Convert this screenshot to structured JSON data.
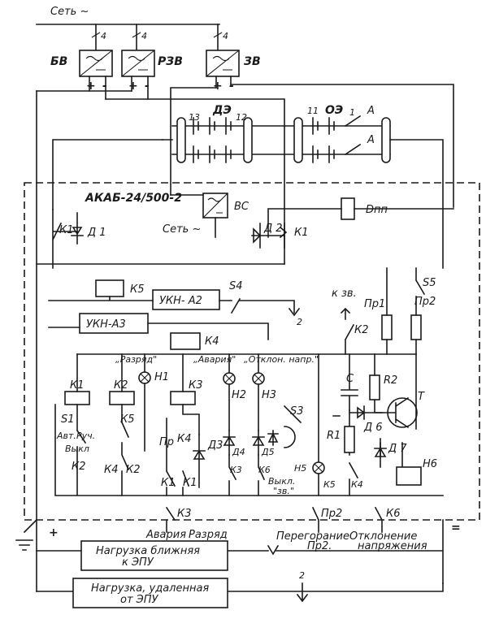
{
  "labels": {
    "mains_top": "Сеть ~",
    "bv": "БВ",
    "rzv": "РЗВ",
    "zv": "ЗВ",
    "cable_count_1": "4",
    "cable_count_2": "4",
    "cable_count_3": "4",
    "plus_1": "+",
    "minus_1": "-",
    "plus_2": "+",
    "minus_2": "-",
    "plus_3": "+",
    "minus_3": "-",
    "de": "ДЭ",
    "oe": "ОЭ",
    "cell_13": "13",
    "cell_12": "12",
    "cell_11": "11",
    "cell_1": "1",
    "a_1": "А",
    "a_2": "А",
    "block_title": "АКАБ-24/500-2",
    "vs": "ВС",
    "mains_vs": "Сеть ~",
    "dpp": "Dпп",
    "k1": "К1",
    "d1": "Д 1",
    "d2": "Д 2",
    "k1_coil_top": "К1",
    "k5_top": "К5",
    "ukn_a2": "УКН- А2",
    "ukn_a3": "УКН-А3",
    "k4_top": "К4",
    "s4": "S4",
    "s5": "S5",
    "k_zv": "к зв.",
    "pr1": "Пр1",
    "pr2": "Пр2",
    "k2_sw": "К2",
    "arrow_2a": "2",
    "razryad_q": "„Разряд\"",
    "avariya_q": "„Авария\"",
    "otklon_q": "„Отклон. напр.\"",
    "k1_coil": "К1",
    "k2_coil": "К2",
    "h1": "Н1",
    "k3_coil": "К3",
    "h2": "Н2",
    "h3": "Н3",
    "c": "С",
    "r2": "R2",
    "t": "Т",
    "s1": "S1",
    "k5_mid": "К5",
    "avt": "Авт.",
    "ruch": "Руч.",
    "vykl": "Выкл",
    "k2_lo": "К2",
    "k4_lo": "К4",
    "k2_lo2": "К2",
    "pr": "Пр",
    "k4_mid": "К4",
    "d3": "Д3",
    "k1_lo": "К1",
    "k1_lo2": "К1",
    "d4": "Д4",
    "d5": "Д5",
    "s3": "S3",
    "r1": "R1",
    "d6": "Д 6",
    "d7": "Д 7",
    "h5": "Н5",
    "h6": "Н6",
    "k3_lo": "К3",
    "k6_lo": "К6",
    "vykl_zv": "Выкл.",
    "zv_short": "\"зв.\"",
    "k5_lo": "К5",
    "k4_lo2": "К4",
    "k3_out": "К3",
    "pr2_out": "Пр2",
    "k6_out": "К6",
    "plus_main": "+",
    "minus_main": "=",
    "avariya_out": "Авария",
    "razryad_out": "Разряд",
    "peregoranie": "Перегорание",
    "pr2_text": "Пр2.",
    "otklonenie": "Отклонение",
    "napryazheniya": "напряжения",
    "load_near_1": "Нагрузка ближняя",
    "load_near_2": "к ЭПУ",
    "load_far_1": "Нагрузка, удаленная",
    "load_far_2": "от ЭПУ",
    "arrow_2b": "2"
  }
}
